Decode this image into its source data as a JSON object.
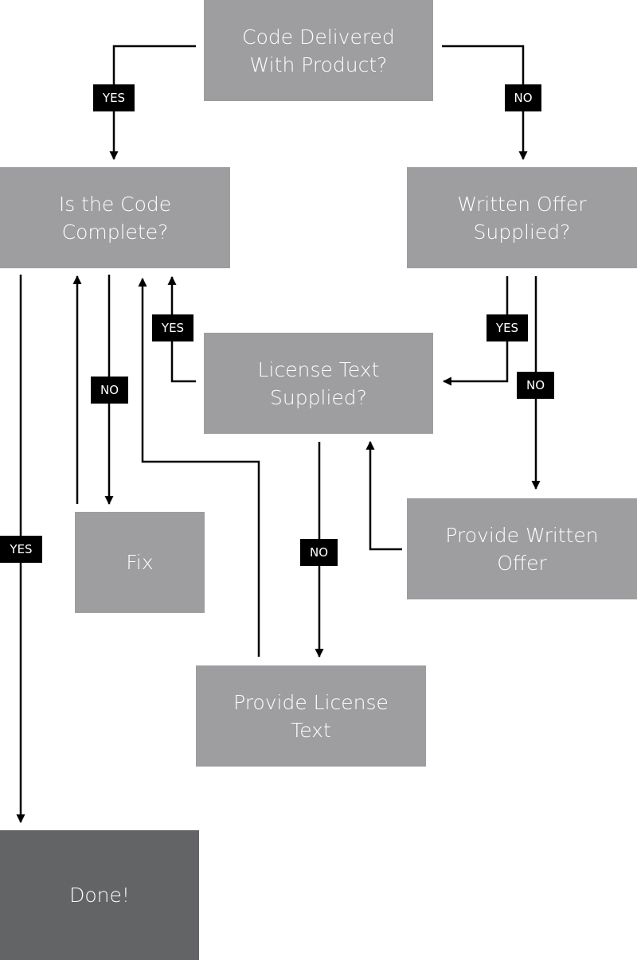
{
  "nodes": {
    "code_delivered": [
      "Code Delivered",
      "With Product?"
    ],
    "code_complete": [
      "Is the Code",
      "Complete?"
    ],
    "written_offer": [
      "Written Offer",
      "Supplied?"
    ],
    "license_text": [
      "License Text",
      "Supplied?"
    ],
    "fix": [
      "Fix"
    ],
    "provide_offer": [
      "Provide Written",
      "Offer"
    ],
    "provide_license": [
      "Provide License",
      "Text"
    ],
    "done": [
      "Done!"
    ]
  },
  "labels": {
    "yes": "YES",
    "no": "NO"
  },
  "colors": {
    "box": "#9e9ea1",
    "done_box": "#636466",
    "label_bg": "#000000",
    "line": "#000000",
    "text": "#ffffff"
  }
}
